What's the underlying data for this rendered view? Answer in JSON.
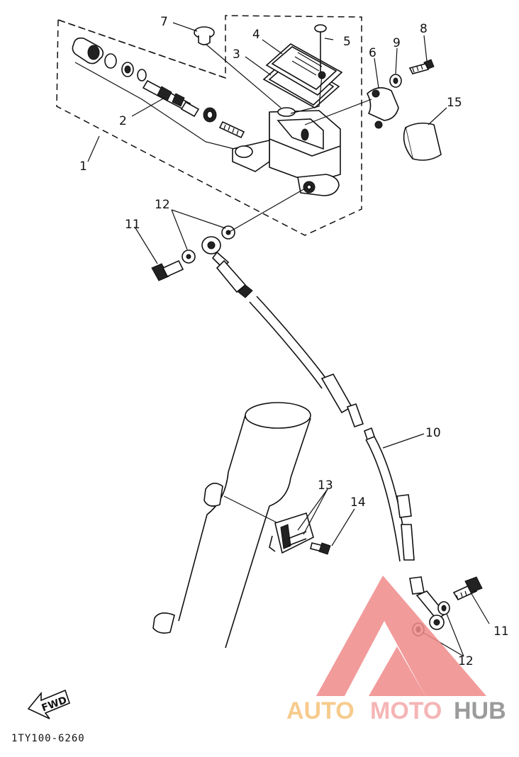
{
  "diagram": {
    "callouts": [
      "1",
      "2",
      "3",
      "4",
      "5",
      "6",
      "7",
      "8",
      "9",
      "10",
      "11",
      "11",
      "12",
      "12",
      "13",
      "14",
      "15"
    ],
    "drawing_code": "1TY100-6260",
    "fwd_label": "FWD"
  },
  "watermark": {
    "brand_part1": "AUTO",
    "brand_part2": "MOTO",
    "brand_part3": "HUB",
    "colors": {
      "auto": "#f6c27a",
      "moto": "#f4a9a9",
      "hub": "#8a8a8a",
      "triangle": "#f08a8a"
    }
  }
}
